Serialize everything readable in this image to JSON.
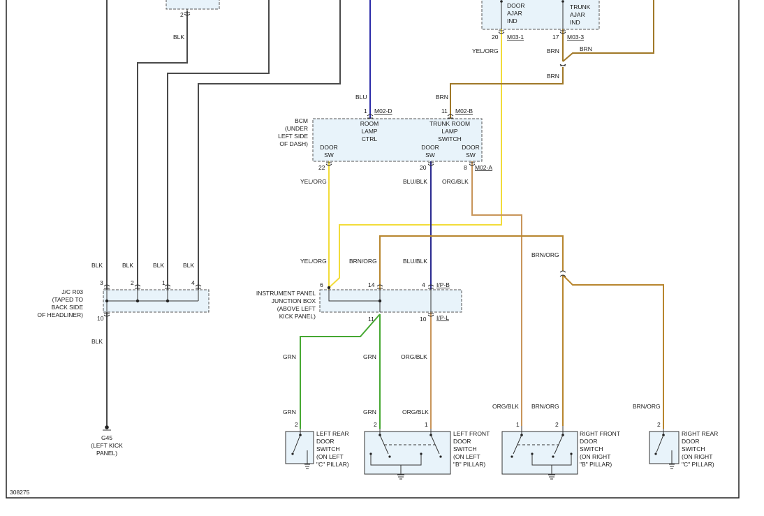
{
  "diagram_id": "308275",
  "colors": {
    "BLK": "#4a4a4a",
    "BLU": "#2a2aa8",
    "BRN": "#a07828",
    "YEL/ORG": "#f2dc3a",
    "BLU/BLK": "#2a2a90",
    "ORG/BLK": "#c8955a",
    "BRN/ORG": "#b8862e",
    "GRN": "#46a832"
  },
  "components": {
    "door_ajar": {
      "label": [
        "DOOR",
        "AJAR",
        "IND"
      ],
      "pin": "20",
      "connector": "M03-1"
    },
    "trunk_ajar": {
      "label": [
        "TRUNK",
        "AJAR",
        "IND"
      ],
      "pin": "17",
      "connector": "M03-3"
    },
    "bcm": {
      "name": [
        "BCM",
        "(UNDER",
        "LEFT SIDE",
        "OF DASH)"
      ],
      "room_lamp": [
        "ROOM",
        "LAMP",
        "CTRL"
      ],
      "trunk_room": [
        "TRUNK ROOM",
        "LAMP",
        "SWITCH"
      ],
      "door_sw_1": [
        "DOOR",
        "SW"
      ],
      "door_sw_2": [
        "DOOR",
        "SW"
      ],
      "door_sw_3": [
        "DOOR",
        "SW"
      ],
      "pins": {
        "room": "1",
        "trunk": "11",
        "sw1": "22",
        "sw2": "20",
        "sw3": "8"
      },
      "connectors": {
        "d": "M02-D",
        "b": "M02-B",
        "a": "M02-A"
      }
    },
    "jc_r03": {
      "name": [
        "J/C R03",
        "(TAPED TO",
        "BACK SIDE",
        "OF HEADLINER)"
      ],
      "pins_top": [
        "3",
        "2",
        "1",
        "4"
      ],
      "pin_bottom": "10"
    },
    "ipjb": {
      "name": [
        "INSTRUMENT PANEL",
        "JUNCTION BOX",
        "(ABOVE LEFT",
        "KICK PANEL)"
      ],
      "pins_top": [
        "6",
        "14",
        "4"
      ],
      "pins_bottom": [
        "11",
        "10"
      ],
      "connector_top": "I/P-B",
      "connector_bottom": "I/P-L"
    },
    "ground": {
      "name": [
        "G45",
        "(LEFT KICK",
        "PANEL)"
      ]
    },
    "lr_switch": {
      "name": [
        "LEFT REAR",
        "DOOR",
        "SWITCH",
        "(ON LEFT",
        "\"C\" PILLAR)"
      ],
      "pin": "2"
    },
    "lf_switch": {
      "name": [
        "LEFT FRONT",
        "DOOR",
        "SWITCH",
        "(ON LEFT",
        "\"B\" PILLAR)"
      ],
      "pins": [
        "2",
        "1"
      ]
    },
    "rf_switch": {
      "name": [
        "RIGHT FRONT",
        "DOOR",
        "SWITCH",
        "(ON RIGHT",
        "\"B\" PILLAR)"
      ],
      "pins": [
        "1",
        "2"
      ]
    },
    "rr_switch": {
      "name": [
        "RIGHT REAR",
        "DOOR",
        "SWITCH",
        "(ON RIGHT",
        "\"C\" PILLAR)"
      ],
      "pin": "2"
    },
    "top_left_pin": "2"
  },
  "wires": {
    "blk_top": "BLK",
    "blk": "BLK",
    "blu": "BLU",
    "brn": "BRN",
    "yel_org": "YEL/ORG",
    "blu_blk": "BLU/BLK",
    "org_blk": "ORG/BLK",
    "brn_org": "BRN/ORG",
    "grn": "GRN"
  }
}
